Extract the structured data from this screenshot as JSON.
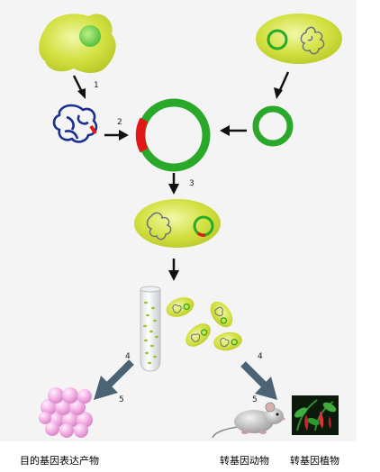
{
  "steps": [
    "1",
    "2",
    "3",
    "4",
    "4",
    "5",
    "5"
  ],
  "captions": {
    "target_product": "目的基因表达产物",
    "transgenic_animal": "转基因动物",
    "transgenic_plant": "转基因植物"
  },
  "colors": {
    "cell_fill": "#cfe03a",
    "cell_highlight": "#eef79a",
    "plasmid_green": "#29a829",
    "gene_red": "#e01818",
    "donor_dna_blue": "#1a2f8f",
    "recipient_dna": "#6a7080",
    "arrow_dark": "#111111",
    "arrow_slate": "#4a6475",
    "product_pink": "#f0a8e0",
    "panel_bg": "#f4f4f4"
  },
  "icons": {
    "product_cluster": "pink-sphere-cluster-icon",
    "animal": "mouse-icon",
    "plant": "pepper-plant-icon"
  }
}
